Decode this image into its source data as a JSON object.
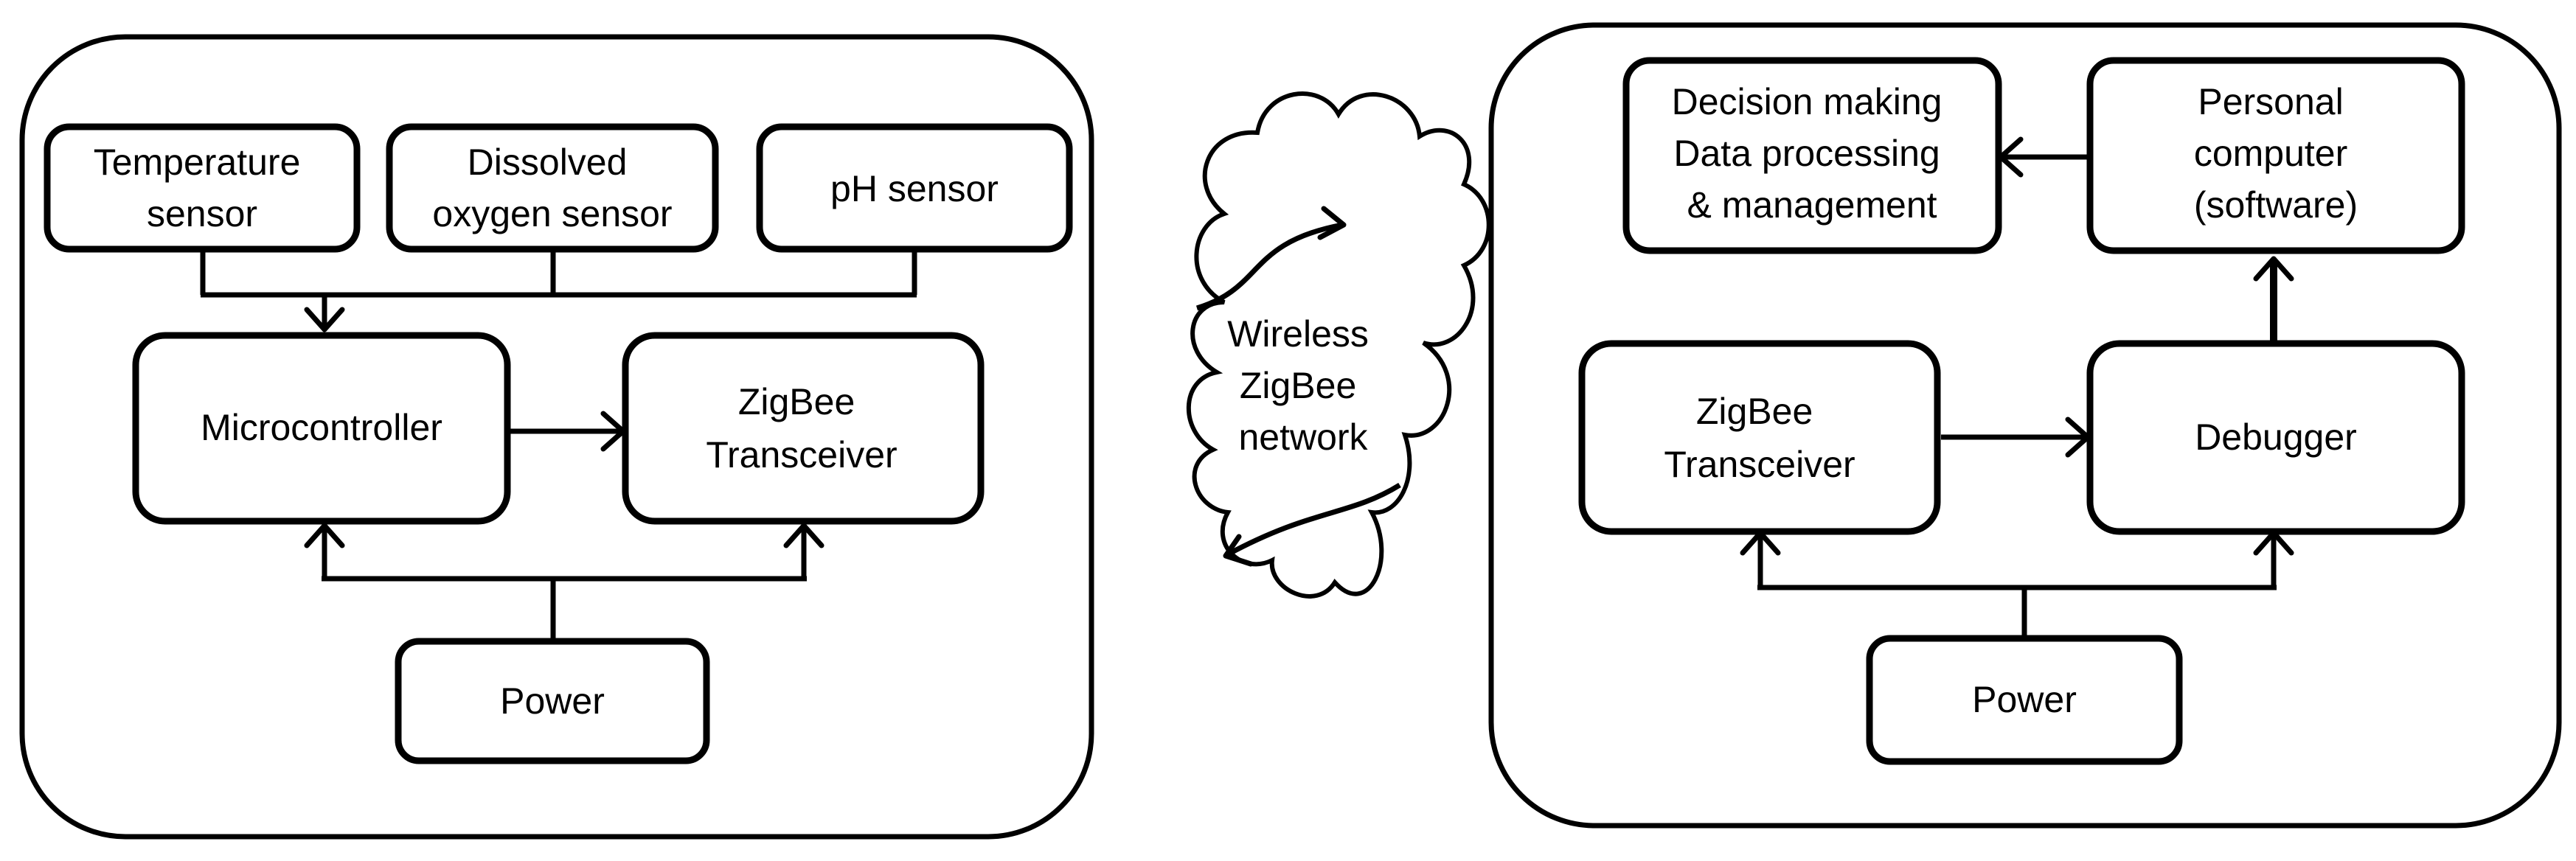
{
  "left_module": {
    "sensors": {
      "temperature": [
        "Temperature",
        "sensor"
      ],
      "dissolved_oxygen": [
        "Dissolved",
        "oxygen sensor"
      ],
      "ph": [
        "pH sensor"
      ]
    },
    "microcontroller": [
      "Microcontroller"
    ],
    "transceiver": [
      "ZigBee",
      "Transceiver"
    ],
    "power": [
      "Power"
    ]
  },
  "network": {
    "label": [
      "Wireless",
      "ZigBee",
      "network"
    ]
  },
  "right_module": {
    "decision": [
      "Decision making",
      "Data processing",
      "&  management"
    ],
    "computer": [
      "Personal",
      "computer",
      "(software)"
    ],
    "transceiver": [
      "ZigBee",
      "Transceiver"
    ],
    "debugger": [
      "Debugger"
    ],
    "power": [
      "Power"
    ]
  },
  "colors": {
    "stroke": "#000000",
    "background": "#ffffff"
  }
}
